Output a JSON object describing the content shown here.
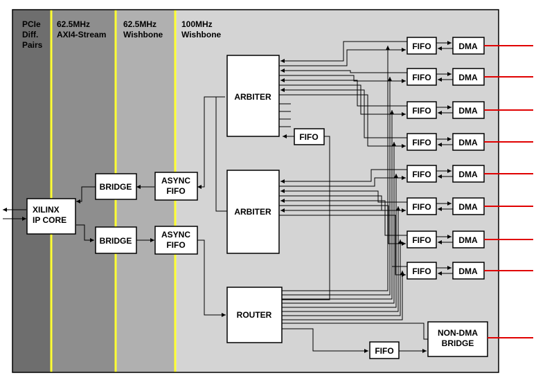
{
  "colors": {
    "zone_pcie": "#6e6e6e",
    "zone_axi": "#8e8e8e",
    "zone_wb625": "#b0b0b0",
    "zone_wb100": "#d4d4d4",
    "divider": "#ffff33",
    "external_line": "#e00000"
  },
  "zones": {
    "pcie": [
      "PCIe",
      "Diff.",
      "Pairs"
    ],
    "axi": [
      "62.5MHz",
      "AXI4-Stream"
    ],
    "wb625": [
      "62.5MHz",
      "Wishbone"
    ],
    "wb100": [
      "100MHz",
      "Wishbone"
    ]
  },
  "blocks": {
    "xilinx": [
      "XILINX",
      "IP CORE"
    ],
    "bridge_top": "BRIDGE",
    "bridge_bottom": "BRIDGE",
    "async_top": [
      "ASYNC",
      "FIFO"
    ],
    "async_bottom": [
      "ASYNC",
      "FIFO"
    ],
    "arbiter_top": "ARBITER",
    "arbiter_bottom": "ARBITER",
    "fifo_mid": "FIFO",
    "router": "ROUTER",
    "fifo_bottom": "FIFO",
    "nondma": [
      "NON-DMA",
      "BRIDGE"
    ],
    "channel_fifo": "FIFO",
    "channel_dma": "DMA"
  },
  "channel_count": 8
}
